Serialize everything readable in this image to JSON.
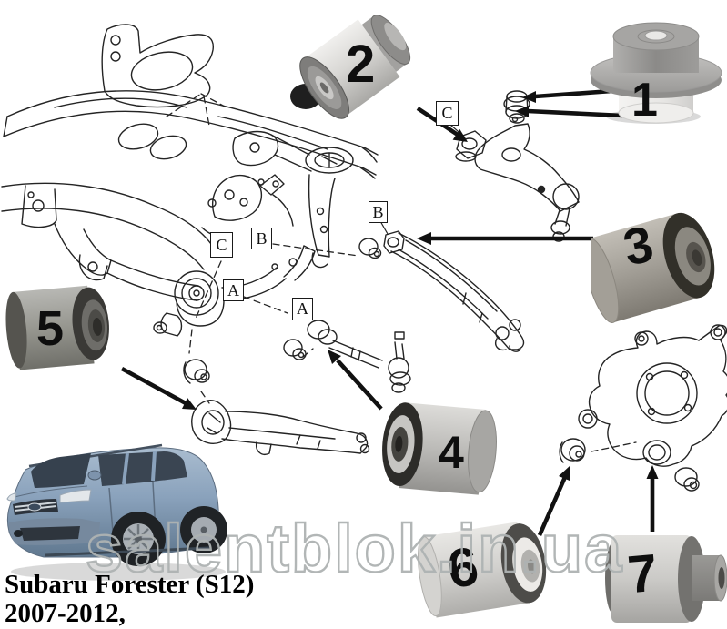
{
  "product": {
    "model_line1": "Subaru Forester (S12)",
    "model_line2": "2007-2012,",
    "watermark": "salentblok.in.ua"
  },
  "bushings": [
    {
      "number": "1"
    },
    {
      "number": "2"
    },
    {
      "number": "3"
    },
    {
      "number": "4"
    },
    {
      "number": "5"
    },
    {
      "number": "6"
    },
    {
      "number": "7"
    }
  ],
  "callouts": {
    "subframe_c": "C",
    "subframe_b": "B",
    "subframe_a": "A",
    "upper_arm_c": "C",
    "lateral_link_b": "B",
    "toe_link_a": "A"
  },
  "colors": {
    "line_art": "#242424",
    "arrow": "#111111",
    "bushing_light": "#d8d7d4",
    "bushing_rubber_dark": "#3a3936",
    "watermark_outline": "#aeb3b3",
    "car_body_blue": "#8aa2bc"
  }
}
